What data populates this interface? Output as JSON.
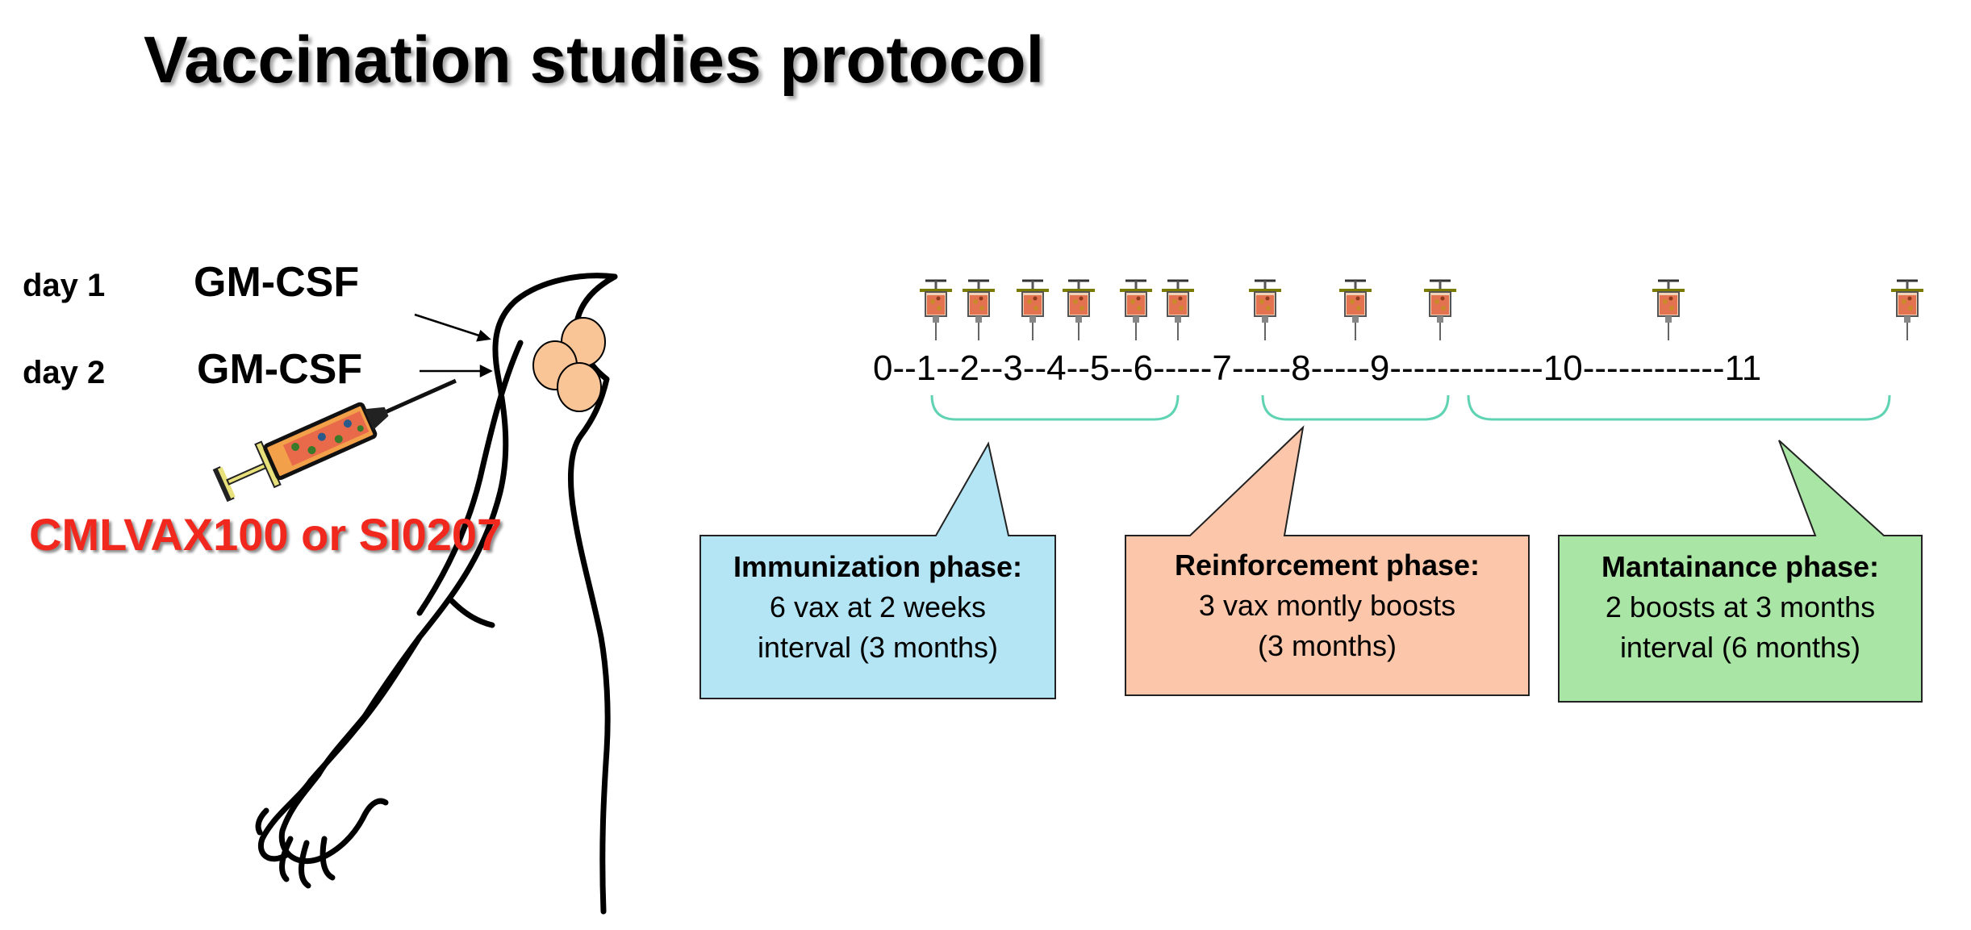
{
  "title": "Vaccination studies protocol",
  "left_panel": {
    "day1_label": "day 1",
    "day1_agent": "GM-CSF",
    "day2_label": "day 2",
    "day2_agent": "GM-CSF",
    "vaccine_name": "CMLVAX100 or SI0207"
  },
  "timeline": {
    "text": "0--1--2--3--4--5--6-----7-----8-----9-------------10------------11",
    "vaccination_points": [
      1,
      2,
      3,
      4,
      5,
      6,
      7,
      8,
      9,
      10,
      11
    ]
  },
  "phases": [
    {
      "name": "Immunization phase:",
      "line1": "6 vax at 2 weeks",
      "line2": "interval (3 months)",
      "color": "#b3e5f5"
    },
    {
      "name": "Reinforcement phase:",
      "line1": "3 vax montly boosts",
      "line2": "(3 months)",
      "color": "#fbc6aa"
    },
    {
      "name": "Mantainance phase:",
      "line1": "2 boosts at 3 months",
      "line2": "interval (6 months)",
      "color": "#a9e5a5"
    }
  ],
  "colors": {
    "bracket": "#5fd3b2",
    "syringe_fill": "#e86a4a",
    "syringe_barrel": "#f3a04a",
    "syringe_outline": "#222222",
    "cell": "#f9c496"
  }
}
